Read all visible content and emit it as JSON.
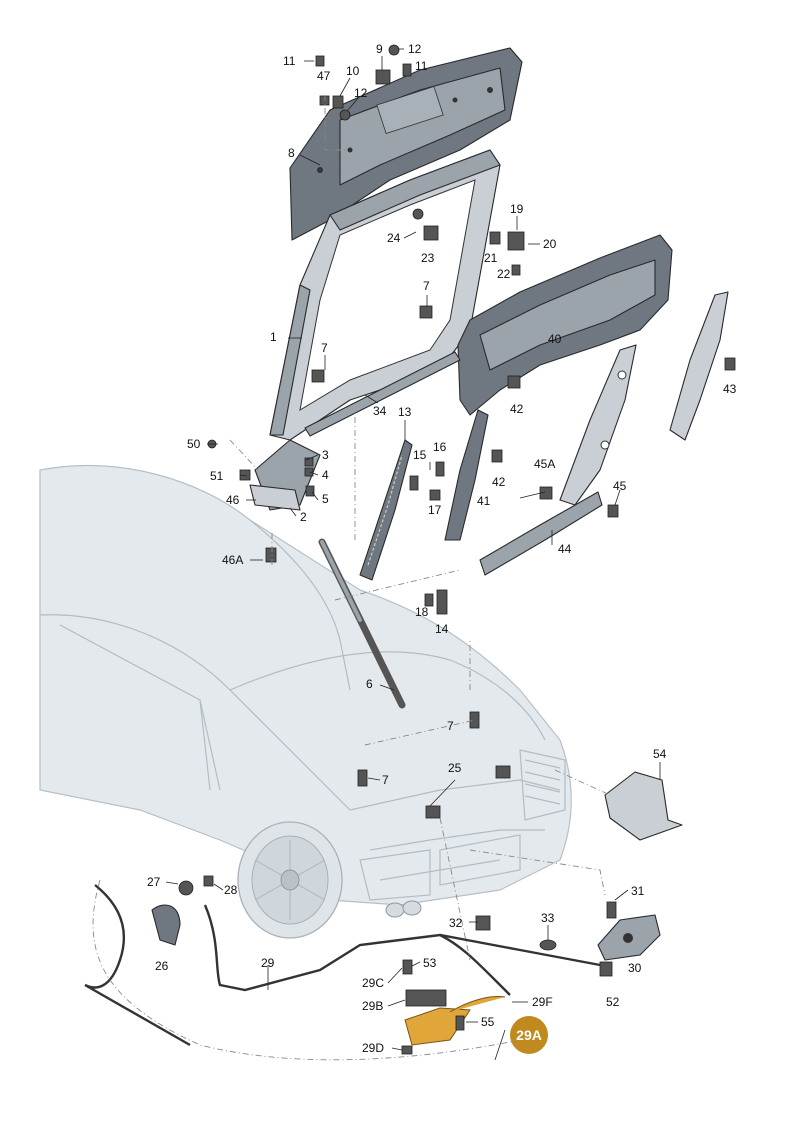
{
  "labels": {
    "l11a": "11",
    "l47": "47",
    "l9": "9",
    "l12a": "12",
    "l10": "10",
    "l11b": "11",
    "l12b": "12",
    "l8": "8",
    "l19": "19",
    "l24": "24",
    "l23": "23",
    "l21": "21",
    "l20": "20",
    "l22": "22",
    "l1": "1",
    "l7a": "7",
    "l7b": "7",
    "l40": "40",
    "l43": "43",
    "l42a": "42",
    "l34": "34",
    "l50": "50",
    "l3": "3",
    "l4": "4",
    "l51": "51",
    "l5": "5",
    "l46": "46",
    "l2": "2",
    "l13": "13",
    "l16": "16",
    "l15": "15",
    "l42b": "42",
    "l45a": "45A",
    "l17": "17",
    "l41": "41",
    "l45": "45",
    "l46a": "46A",
    "l44": "44",
    "l18": "18",
    "l14": "14",
    "l6": "6",
    "l7c": "7",
    "l54": "54",
    "l25": "25",
    "l7d": "7",
    "l27": "27",
    "l28": "28",
    "l31": "31",
    "l32": "32",
    "l33": "33",
    "l26": "26",
    "l29": "29",
    "l53": "53",
    "l30": "30",
    "l29c": "29C",
    "l29b": "29B",
    "l29f": "29F",
    "l52": "52",
    "l55": "55",
    "l29d": "29D",
    "l29a": "29A"
  },
  "colors": {
    "highlight_badge": "#c08a1e",
    "highlight_part": "#e0a63a"
  }
}
